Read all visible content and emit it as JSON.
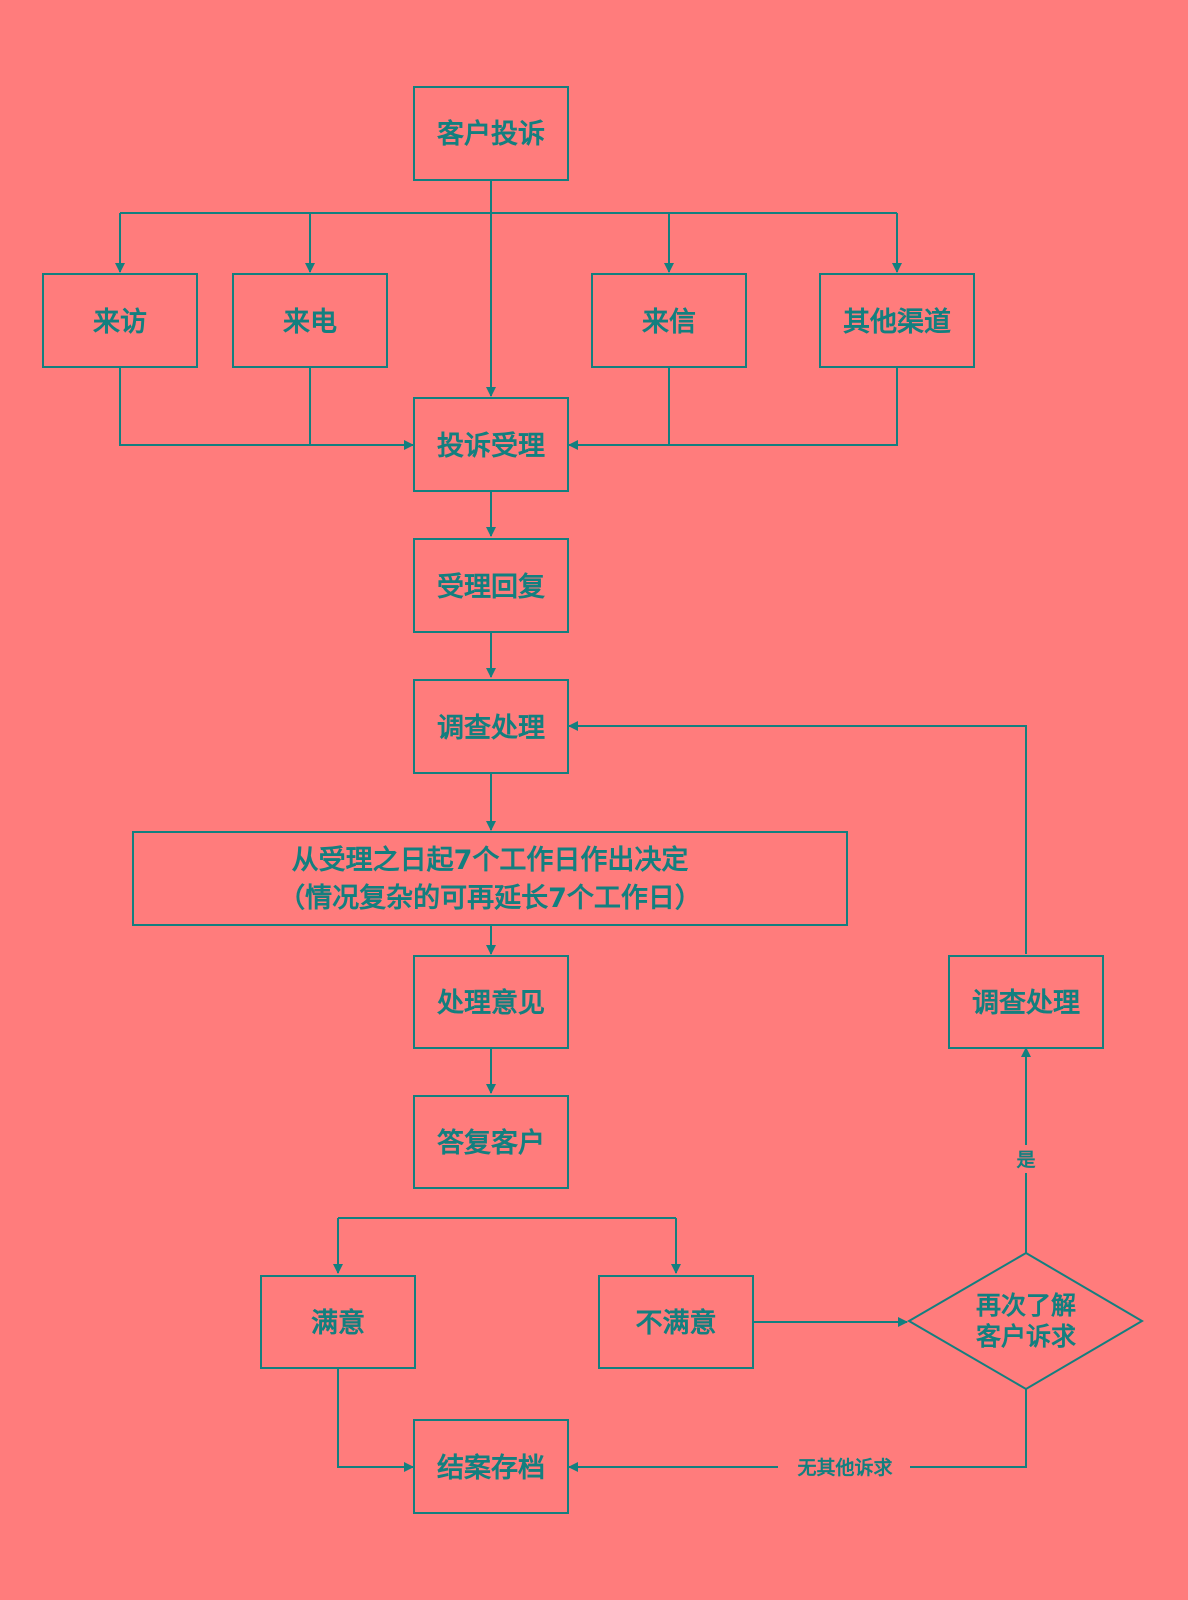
{
  "colors": {
    "background": "#ff7c7c",
    "stroke": "#137f7f",
    "text": "#137f7f"
  },
  "nodes": {
    "complaint": {
      "label": "客户投诉"
    },
    "visit": {
      "label": "来访"
    },
    "call": {
      "label": "来电"
    },
    "letter": {
      "label": "来信"
    },
    "other": {
      "label": "其他渠道"
    },
    "accept": {
      "label": "投诉受理"
    },
    "accept_reply": {
      "label": "受理回复"
    },
    "investigate": {
      "label": "调查处理"
    },
    "decision": {
      "line1": "从受理之日起7个工作日作出决定",
      "line2": "（情况复杂的可再延长7个工作日）"
    },
    "opinion": {
      "label": "处理意见"
    },
    "answer": {
      "label": "答复客户"
    },
    "satisfied": {
      "label": "满意"
    },
    "unsatisfied": {
      "label": "不满意"
    },
    "reassess": {
      "line1": "再次了解",
      "line2": "客户诉求"
    },
    "investigate2": {
      "label": "调查处理"
    },
    "archive": {
      "label": "结案存档"
    }
  },
  "edge_labels": {
    "yes": "是",
    "no_other": "无其他诉求"
  }
}
